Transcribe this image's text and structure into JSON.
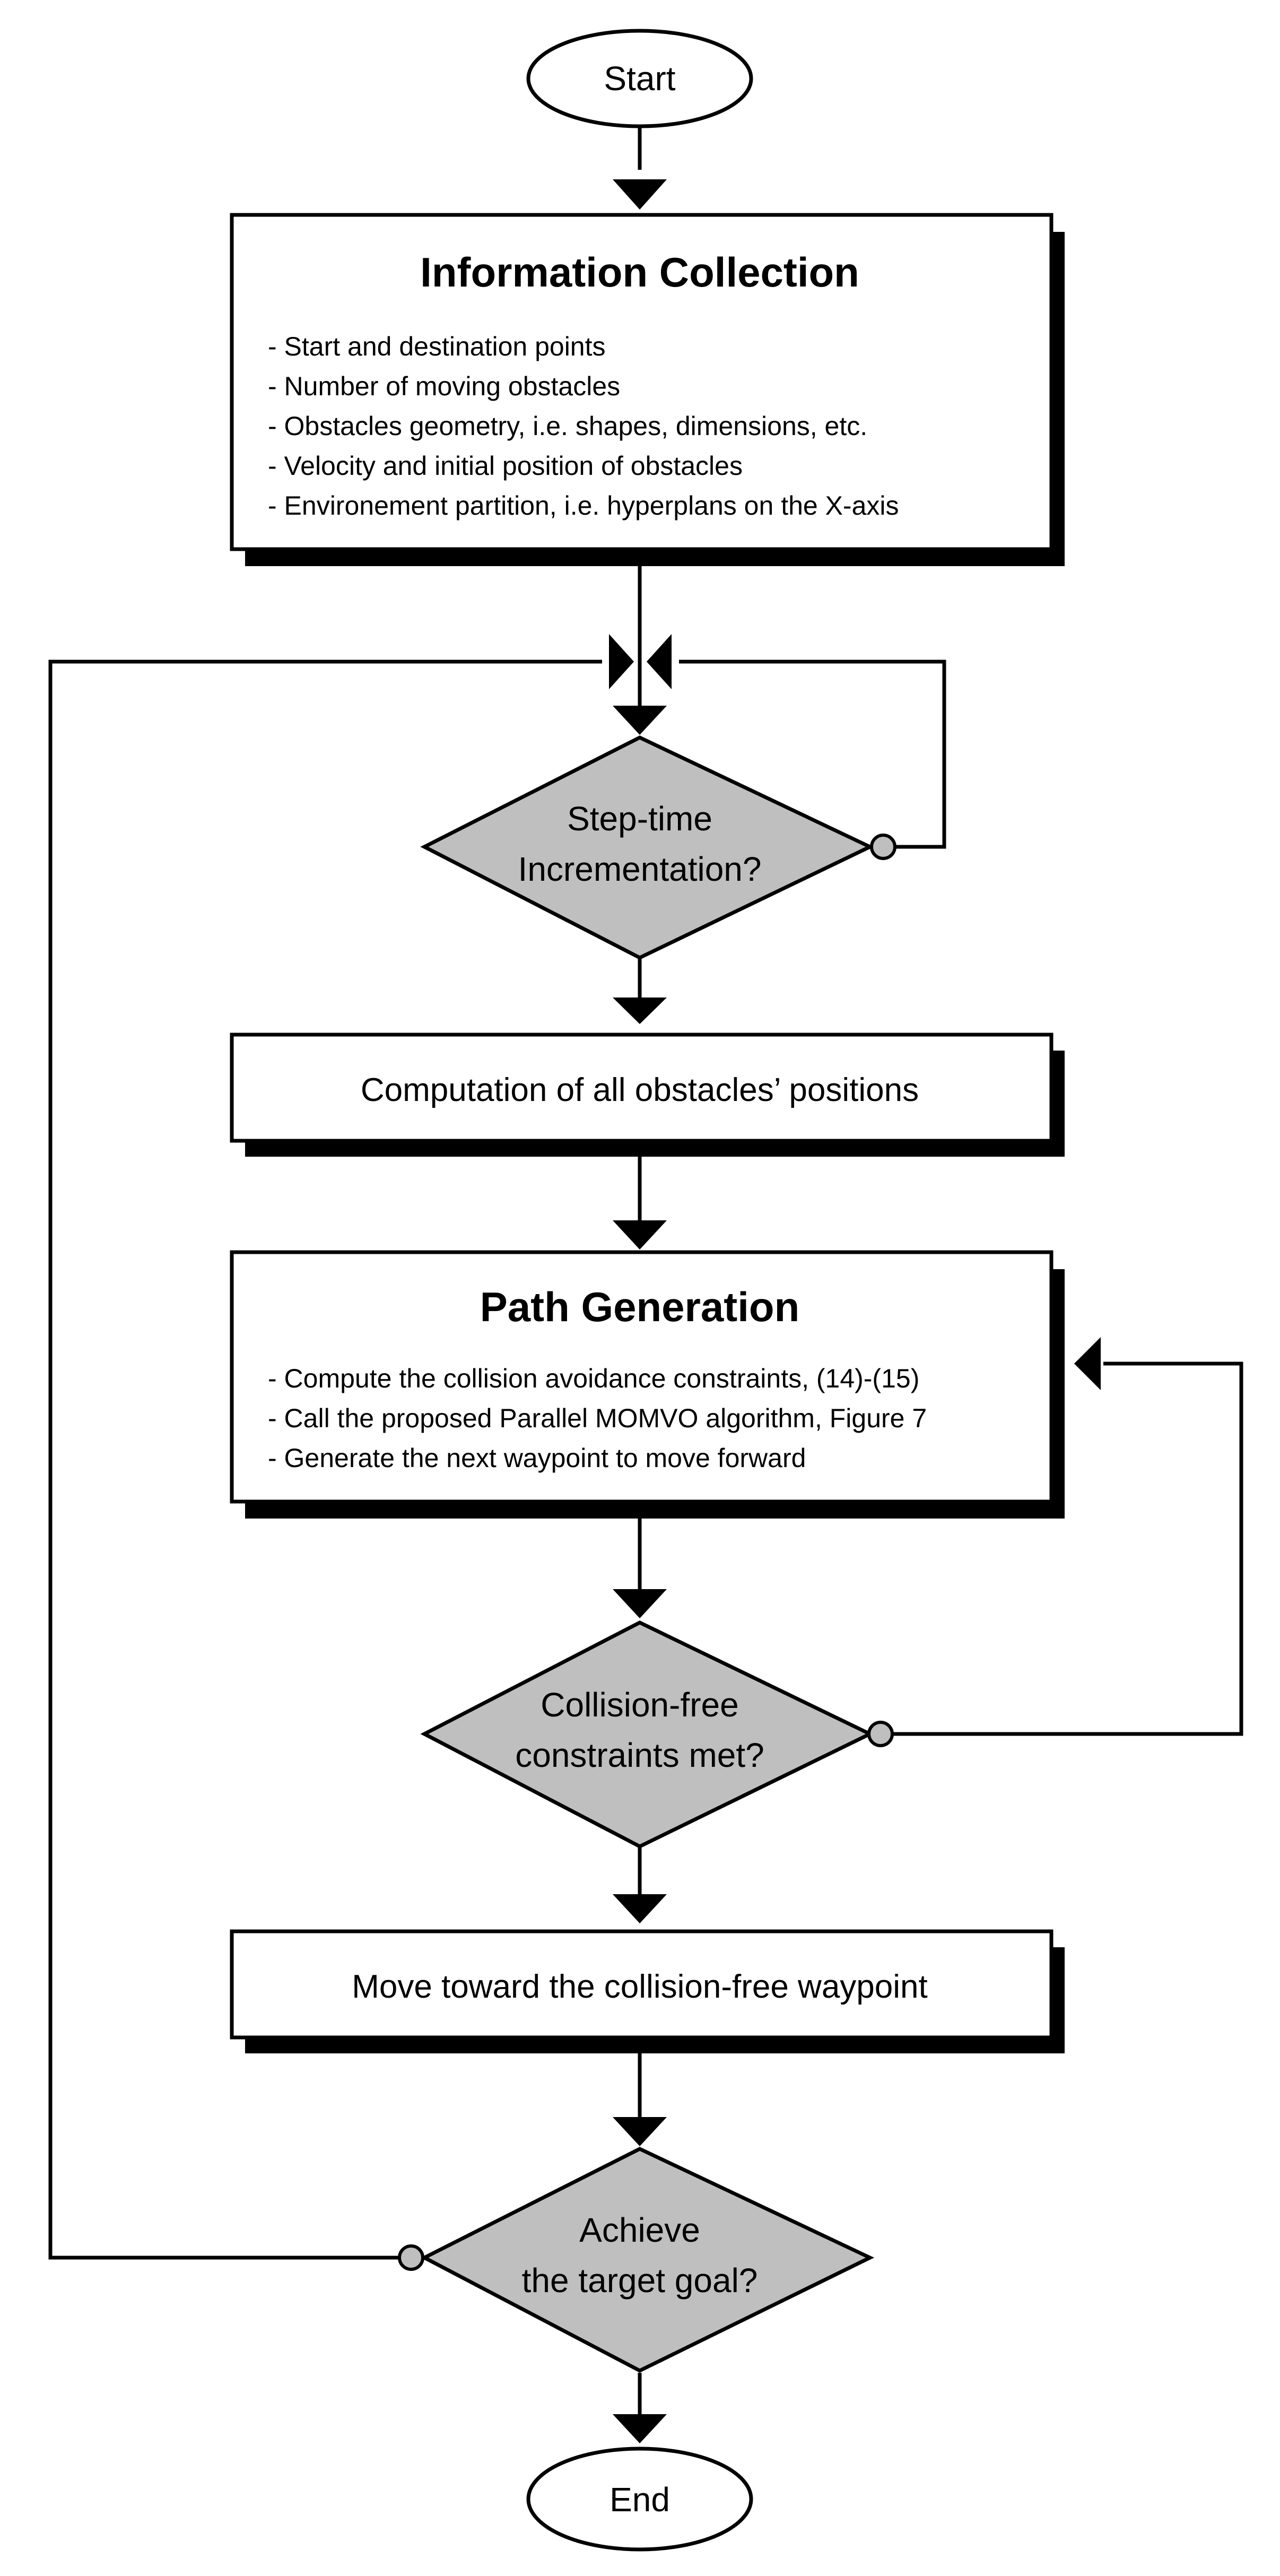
{
  "flowchart": {
    "start": "Start",
    "end": "End",
    "info_collection": {
      "title": "Information Collection",
      "items": [
        "- Start and destination points",
        "- Number of moving obstacles",
        "- Obstacles geometry, i.e. shapes, dimensions, etc.",
        "- Velocity and initial position of obstacles",
        "- Environement partition, i.e. hyperplans on the X-axis"
      ]
    },
    "step_time": {
      "line1": "Step-time",
      "line2": "Incrementation?"
    },
    "computation": "Computation of all obstacles’ positions",
    "path_generation": {
      "title": "Path Generation",
      "items": [
        "- Compute the collision avoidance constraints, (14)-(15)",
        "- Call the proposed Parallel MOMVO algorithm, Figure 7",
        "- Generate the next waypoint to move forward"
      ]
    },
    "collision_check": {
      "line1": "Collision-free",
      "line2": "constraints met?"
    },
    "move": "Move toward the collision-free waypoint",
    "goal_check": {
      "line1": "Achieve",
      "line2": "the target goal?"
    }
  },
  "colors": {
    "stroke": "#000000",
    "box_fill": "#ffffff",
    "shadow": "#000000",
    "diamond_fill": "#bfbfbf",
    "connector_dot": "#bfbfbf"
  }
}
